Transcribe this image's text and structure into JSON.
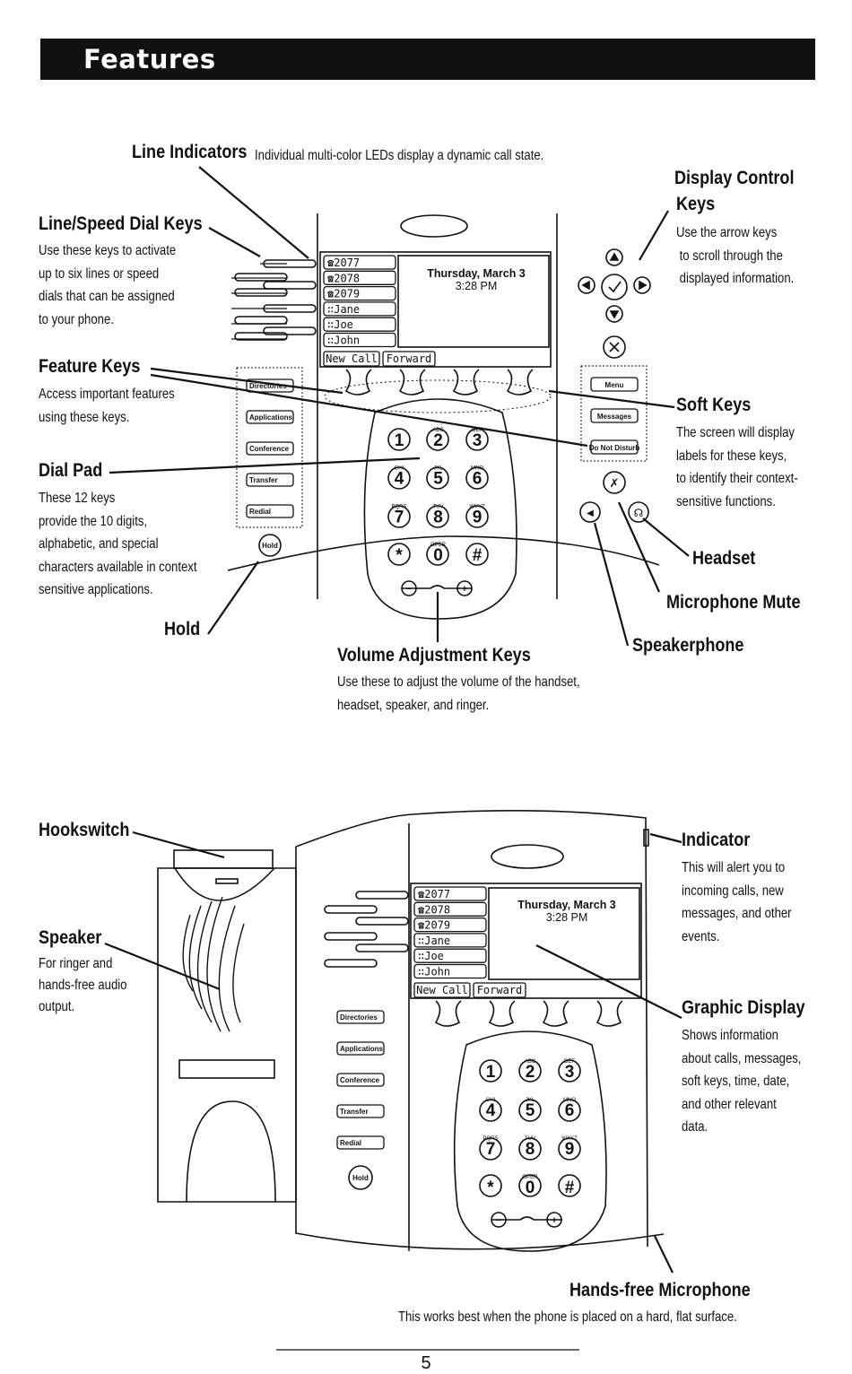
{
  "header": {
    "title": "Features"
  },
  "labels": {
    "line_indicators": {
      "title": "Line Indicators",
      "desc": "Individual multi-color LEDs display a dynamic call state."
    },
    "line_speed_dial": {
      "title": "Line/Speed Dial Keys",
      "desc": "Use these keys to activate\nup to six lines or speed\ndials that can be assigned\nto your phone."
    },
    "feature_keys": {
      "title": "Feature Keys",
      "desc": "Access important features\nusing these keys."
    },
    "dial_pad": {
      "title": "Dial Pad",
      "desc": "These 12 keys\nprovide the 10 digits,\nalphabetic, and special\ncharacters available in context\nsensitive applications."
    },
    "hold": {
      "title": "Hold"
    },
    "volume": {
      "title": "Volume Adjustment Keys",
      "desc": "Use these to adjust the volume of the handset,\nheadset, speaker, and ringer."
    },
    "display_control": {
      "title1": "Display Control",
      "title2": "Keys",
      "desc": "Use the arrow keys\n to scroll through the\n displayed information."
    },
    "soft_keys": {
      "title": "Soft Keys",
      "desc": "The screen will display\nlabels for these keys,\nto identify their context-\nsensitive functions."
    },
    "headset": {
      "title": "Headset"
    },
    "mic_mute": {
      "title": "Microphone Mute"
    },
    "speakerphone": {
      "title": "Speakerphone"
    },
    "hookswitch": {
      "title": "Hookswitch"
    },
    "speaker": {
      "title": "Speaker",
      "desc": "For ringer and\nhands-free audio\noutput."
    },
    "indicator": {
      "title": "Indicator",
      "desc": "This will alert you to\nincoming calls, new\nmessages, and other\nevents."
    },
    "graphic_display": {
      "title": "Graphic Display",
      "desc": "Shows information\nabout calls, messages,\nsoft keys, time, date,\nand other relevant\ndata."
    },
    "handsfree_mic": {
      "title": "Hands-free Microphone",
      "desc": "This works best when the phone is placed on a hard, flat surface."
    }
  },
  "phone": {
    "lines": [
      "2077",
      "2078",
      "2079",
      "Jane",
      "Joe",
      "John"
    ],
    "date": "Thursday, March 3",
    "time": "3:28 PM",
    "softkeys": [
      "New Call",
      "Forward"
    ],
    "feature_keys": [
      "Directories",
      "Applications",
      "Conference",
      "Transfer",
      "Redial"
    ],
    "hold_key": "Hold",
    "right_keys": [
      "Menu",
      "Messages",
      "Do Not Disturb"
    ],
    "keypad": [
      {
        "d": "1",
        "l": ""
      },
      {
        "d": "2",
        "l": "ABC"
      },
      {
        "d": "3",
        "l": "DEF"
      },
      {
        "d": "4",
        "l": "GHI"
      },
      {
        "d": "5",
        "l": "JKL"
      },
      {
        "d": "6",
        "l": "MNO"
      },
      {
        "d": "7",
        "l": "PQRS"
      },
      {
        "d": "8",
        "l": "TUV"
      },
      {
        "d": "9",
        "l": "WXYZ"
      },
      {
        "d": "*",
        "l": ""
      },
      {
        "d": "0",
        "l": "OPER"
      },
      {
        "d": "#",
        "l": ""
      }
    ]
  },
  "page_number": "5"
}
